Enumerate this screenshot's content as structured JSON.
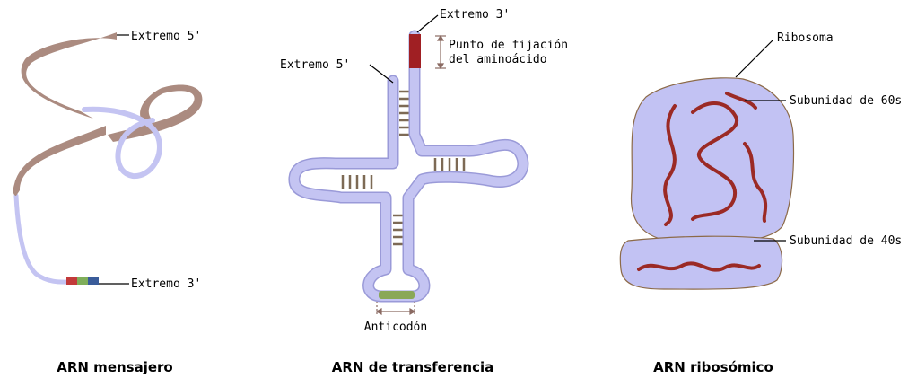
{
  "colors": {
    "rna_strand": "#c4c4f2",
    "strand_outline": "#9a9ad8",
    "messenger_ribbon": "#ab8b80",
    "base_pairs": "#7d6a55",
    "amino_acid_site": "#a01f23",
    "anticodon": "#8aa857",
    "ribosome_fill": "#c2c2f3",
    "ribosome_outline": "#8c6a48",
    "rrna_ribbon": "#9b2a25",
    "codon_red": "#c23a3a",
    "codon_green": "#7fae5a",
    "codon_blue": "#3a5c9a"
  },
  "mrna": {
    "caption": "ARN mensajero",
    "label_5": "Extremo 5'",
    "label_3": "Extremo 3'"
  },
  "trna": {
    "caption": "ARN de transferencia",
    "label_3": "Extremo 3'",
    "label_5": "Extremo 5'",
    "attachment_line1": "Punto de fijación",
    "attachment_line2": "del aminoácido",
    "anticodon": "Anticodón"
  },
  "rrna": {
    "caption": "ARN ribosómico",
    "ribosome": "Ribosoma",
    "subunit_60": "Subunidad de 60s",
    "subunit_40": "Subunidad de 40s"
  }
}
